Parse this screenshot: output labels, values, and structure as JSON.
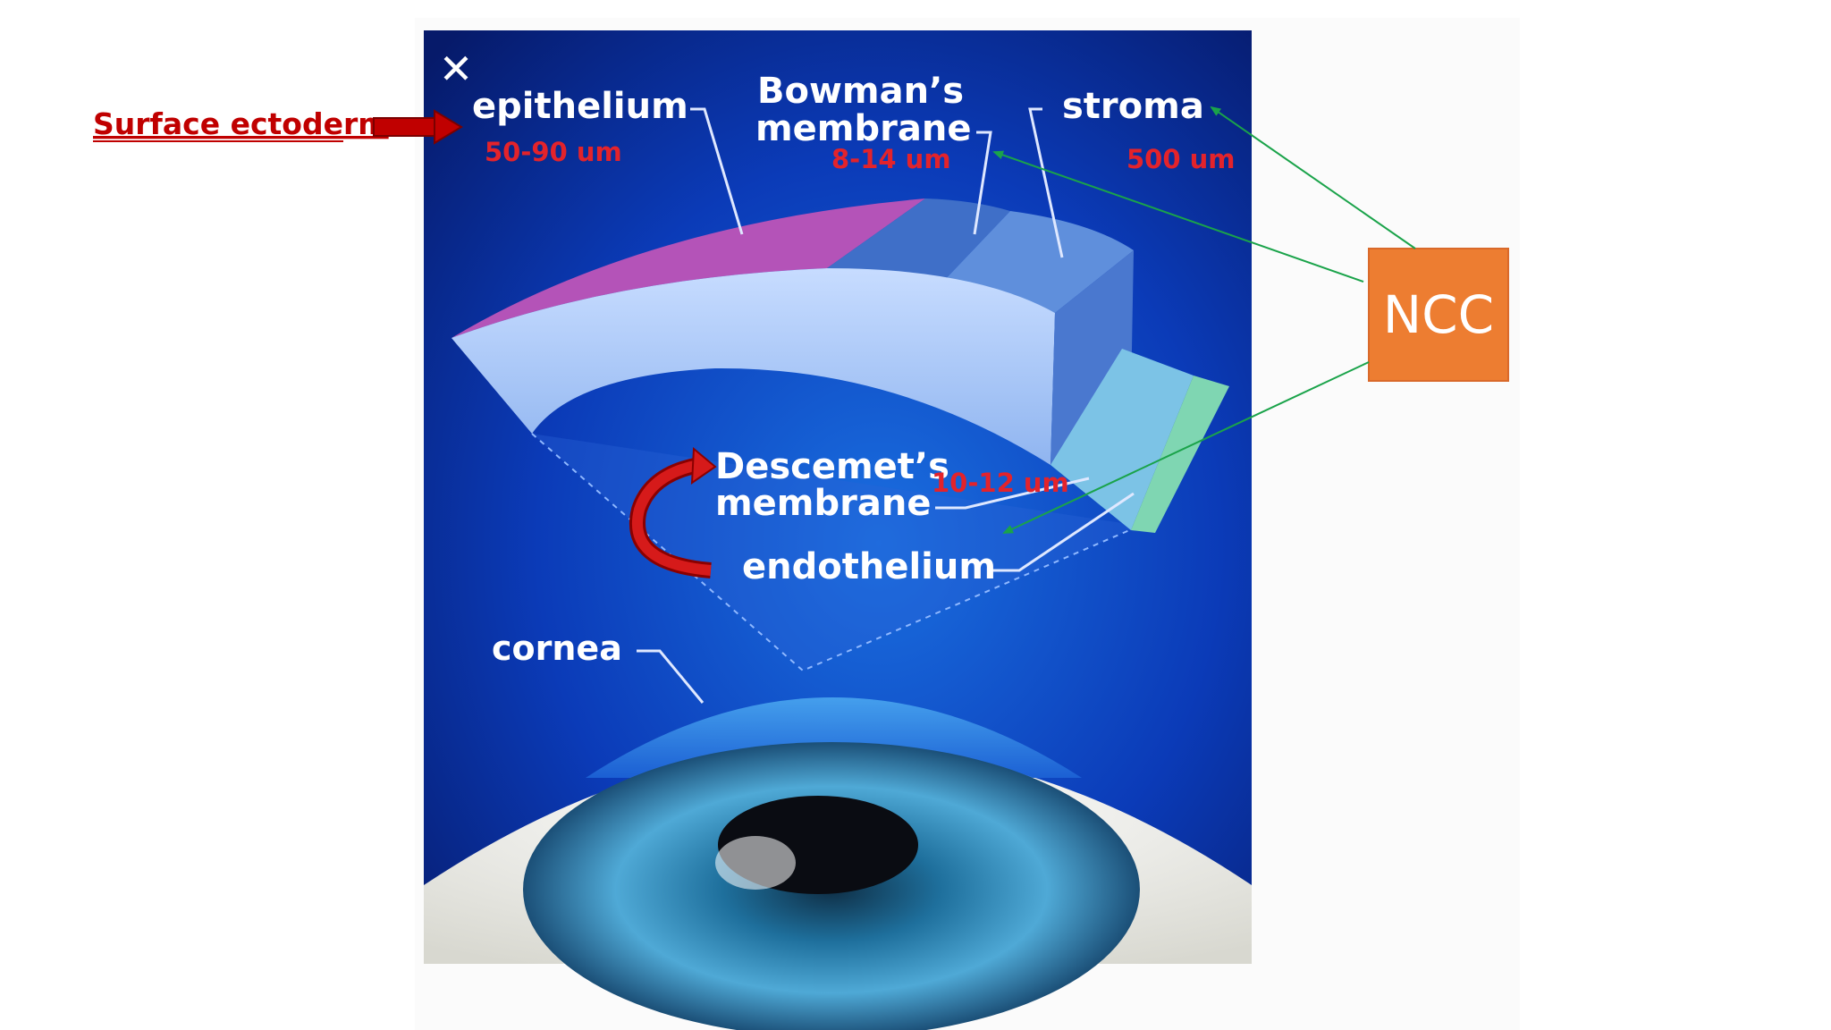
{
  "diagram": {
    "close_symbol": "✕",
    "labels": {
      "epithelium": "epithelium",
      "bowman_line1": "Bowman’s",
      "bowman_line2": "membrane",
      "stroma": "stroma",
      "descemet_line1": "Descemet’s",
      "descemet_line2": "membrane",
      "endothelium": "endothelium",
      "cornea": "cornea"
    },
    "thickness": {
      "epithelium": "50-90 um",
      "bowman": "8-14 um",
      "stroma": "500 um",
      "descemet": "10-12 um"
    },
    "layer_colors": {
      "epithelium": "#b453b8",
      "bowman": "#3f6fc8",
      "stroma": "#5f8fdc",
      "stroma_front": "#a9c8f5",
      "descemet": "#7cc3e6",
      "endothelium": "#7fd6b2",
      "background": "#0a2a9a"
    }
  },
  "annotations": {
    "surface_ectoderm": "Surface ectoderm",
    "ncc": "NCC",
    "ncc_box_color": "#ed7d31",
    "red_annotation_color": "#e3232b",
    "green_arrow_color": "#1aa34a"
  }
}
